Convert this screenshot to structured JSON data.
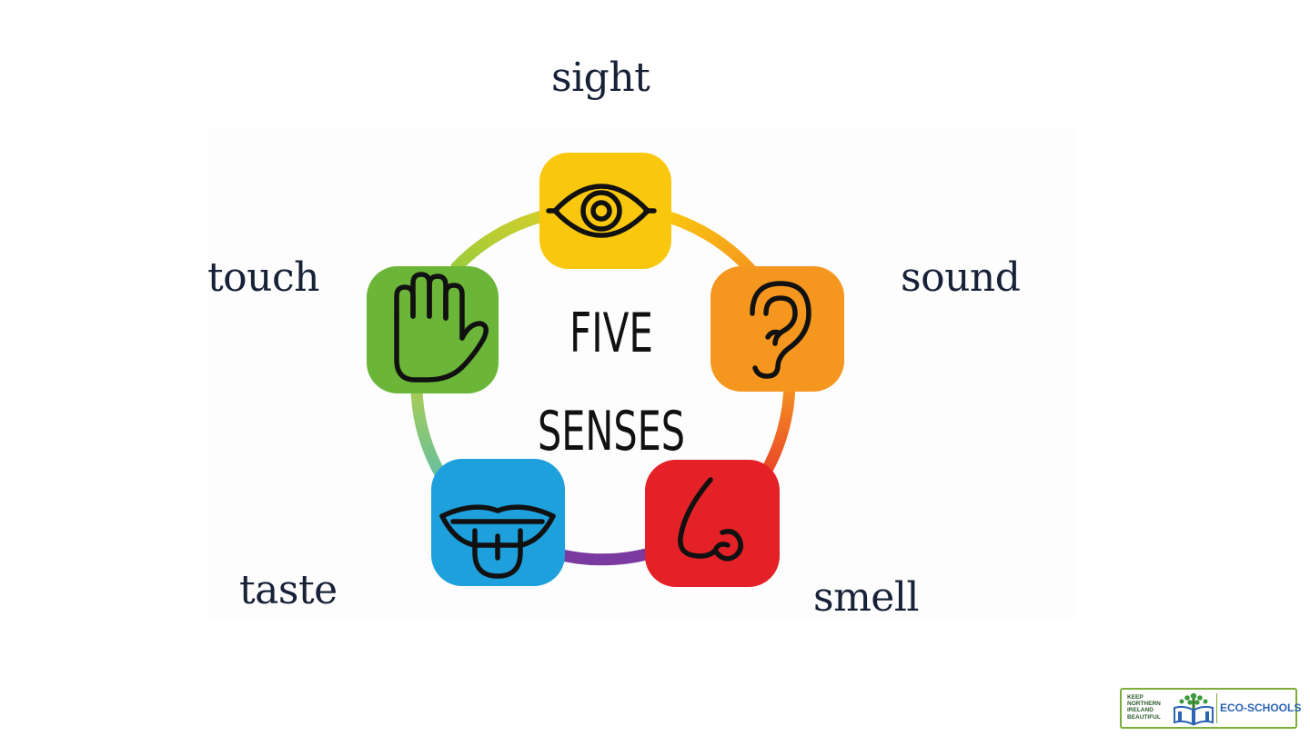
{
  "senses": {
    "sight": "sight",
    "sound": "sound",
    "smell": "smell",
    "taste": "taste",
    "touch": "touch"
  },
  "center": {
    "line1": "FIVE",
    "line2": "SENSES"
  },
  "logo": {
    "org_lines": [
      "KEEP",
      "NORTHERN",
      "IRELAND",
      "BEAUTIFUL"
    ],
    "name": "ECO-SCHOOLS"
  },
  "colors": {
    "sight": "#f9c80e",
    "sound": "#f5961f",
    "smell": "#e42127",
    "taste": "#1ea0dc",
    "touch": "#6bb539",
    "text": "#172238",
    "logo_green": "#7cae3b",
    "logo_blue": "#2b63b5"
  },
  "icons": {
    "sight": "eye-icon",
    "sound": "ear-icon",
    "smell": "nose-icon",
    "taste": "tongue-icon",
    "touch": "hand-icon"
  }
}
